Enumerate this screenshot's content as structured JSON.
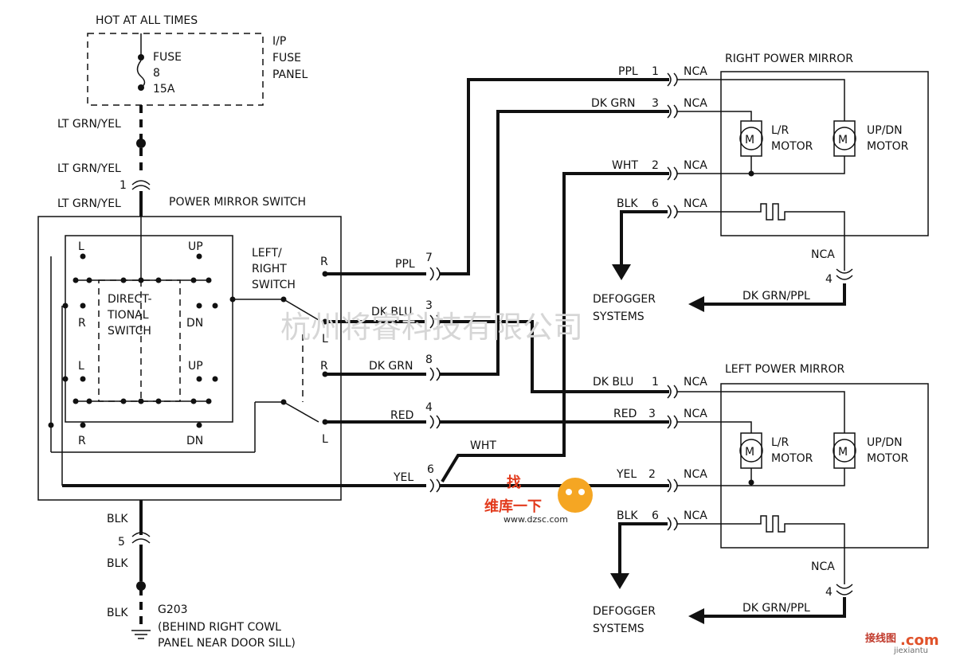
{
  "colors": {
    "line": "#111111",
    "watermark": "#d6d6d6",
    "logo": "#e23a1c",
    "background": "#ffffff"
  },
  "fuse_block": {
    "hot": "HOT AT ALL TIMES",
    "fuse_lines": [
      "FUSE",
      "8",
      "15A"
    ],
    "panel_lines": [
      "I/P",
      "FUSE",
      "PANEL"
    ]
  },
  "feed_wires": {
    "lt_grn_yel_top": "LT GRN/YEL",
    "lt_grn_yel_mid": "LT GRN/YEL",
    "lt_grn_yel_bottom": "LT GRN/YEL",
    "connector_1": "1"
  },
  "switch": {
    "title": "POWER MIRROR SWITCH",
    "directional_lines": [
      "DIRECT-",
      "TIONAL",
      "SWITCH"
    ],
    "lr_lines": [
      "LEFT/",
      "RIGHT",
      "SWITCH"
    ],
    "labels": [
      "L",
      "UP",
      "R",
      "DN",
      "L",
      "UP",
      "R",
      "DN"
    ],
    "r1": "R",
    "l1": "L",
    "r2": "R",
    "l2": "L"
  },
  "switch_wires": [
    {
      "color": "PPL",
      "pin": "7"
    },
    {
      "color": "DK BLU",
      "pin": "3"
    },
    {
      "color": "DK GRN",
      "pin": "8"
    },
    {
      "color": "RED",
      "pin": "4"
    },
    {
      "color": "YEL",
      "pin": "6"
    },
    {
      "color": "WHT",
      "pin": ""
    }
  ],
  "right_mirror": {
    "title": "RIGHT POWER MIRROR",
    "wires": [
      {
        "color": "PPL",
        "pin": "1",
        "conn": "NCA"
      },
      {
        "color": "DK GRN",
        "pin": "3",
        "conn": "NCA"
      },
      {
        "color": "WHT",
        "pin": "2",
        "conn": "NCA"
      },
      {
        "color": "BLK",
        "pin": "6",
        "conn": "NCA"
      }
    ],
    "motor_symbol": "M",
    "lr_motor": [
      "L/R",
      "MOTOR"
    ],
    "updn_motor": [
      "UP/DN",
      "MOTOR"
    ],
    "heater_conn": "NCA",
    "heater_pin": "4",
    "heater_wire": "DK GRN/PPL",
    "defogger_down": [
      "DEFOGGER",
      "SYSTEMS"
    ]
  },
  "left_mirror": {
    "title": "LEFT POWER MIRROR",
    "wires": [
      {
        "color": "DK BLU",
        "pin": "1",
        "conn": "NCA"
      },
      {
        "color": "RED",
        "pin": "3",
        "conn": "NCA"
      },
      {
        "color": "YEL",
        "pin": "2",
        "conn": "NCA"
      },
      {
        "color": "BLK",
        "pin": "6",
        "conn": "NCA"
      }
    ],
    "motor_symbol": "M",
    "lr_motor": [
      "L/R",
      "MOTOR"
    ],
    "updn_motor": [
      "UP/DN",
      "MOTOR"
    ],
    "heater_conn": "NCA",
    "heater_pin": "4",
    "heater_wire": "DK GRN/PPL",
    "defogger_down": [
      "DEFOGGER",
      "SYSTEMS"
    ]
  },
  "ground": {
    "blk_top": "BLK",
    "pin": "5",
    "blk_mid": "BLK",
    "blk_bottom": "BLK",
    "lines": [
      "G203",
      "(BEHIND RIGHT COWL",
      "PANEL NEAR DOOR SILL)"
    ]
  },
  "watermark": "杭州将睿科技有限公司",
  "logo": {
    "top": "找",
    "cn": "维库一下",
    "url": "www.dzsc.com"
  },
  "corner": {
    "cn": "接线图",
    "com": ".com",
    "en": "jiexiantu"
  }
}
